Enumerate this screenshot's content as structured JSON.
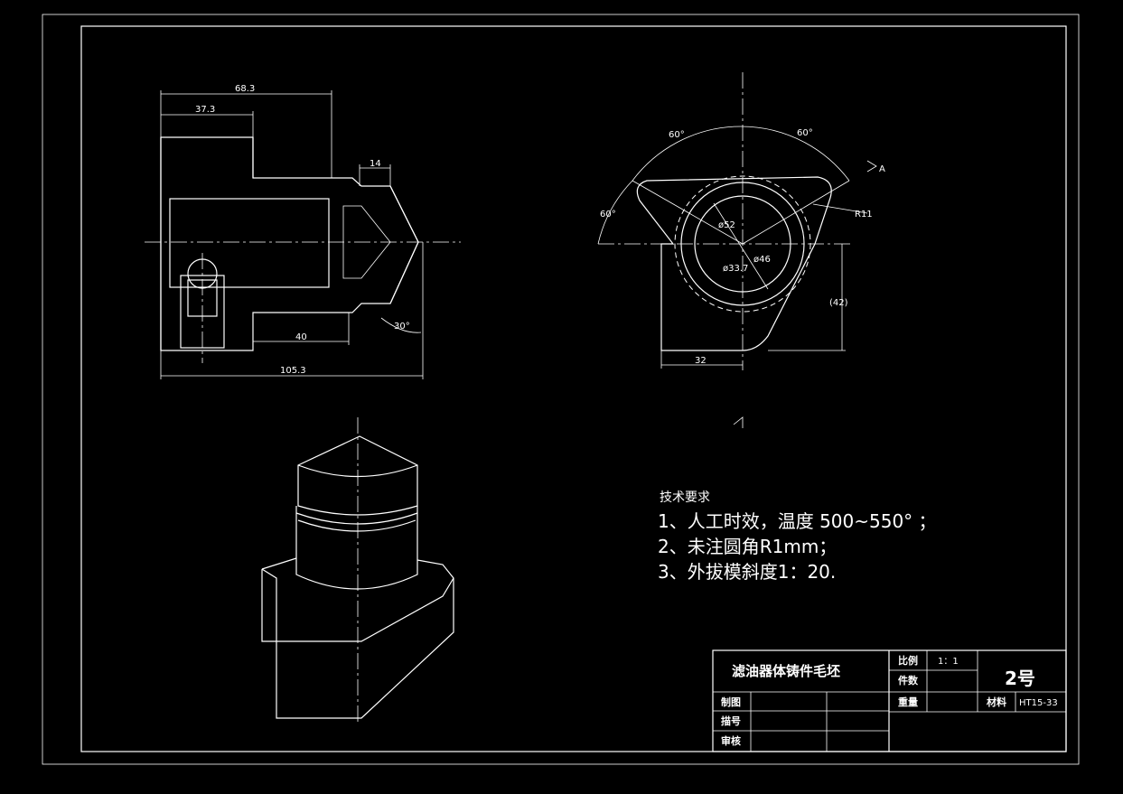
{
  "section_view": {
    "dims": [
      "68.3",
      "37.3",
      "14",
      "40",
      "105.3",
      "30°"
    ]
  },
  "end_view": {
    "dims": [
      "60°",
      "60°",
      "60°",
      "R11",
      "ø52",
      "ø46",
      "ø33.7",
      "(42)",
      "32"
    ],
    "section_mark": "A"
  },
  "tech_requirements": {
    "title": "技术要求",
    "items": [
      "1、人工时效，温度  500~550°  ；",
      "2、未注圆角R1mm；",
      "3、外拔模斜度1：20."
    ]
  },
  "title_block": {
    "part_name": "滤油器体铸件毛坯",
    "scale_label": "比例",
    "scale_value": "1：1",
    "qty_label": "件数",
    "weight_label": "重量",
    "material_label": "材料",
    "material_value": "HT15-33",
    "drawing_no": "2号",
    "drawn_label": "制图",
    "drafted_label": "描号",
    "checked_label": "审核"
  }
}
